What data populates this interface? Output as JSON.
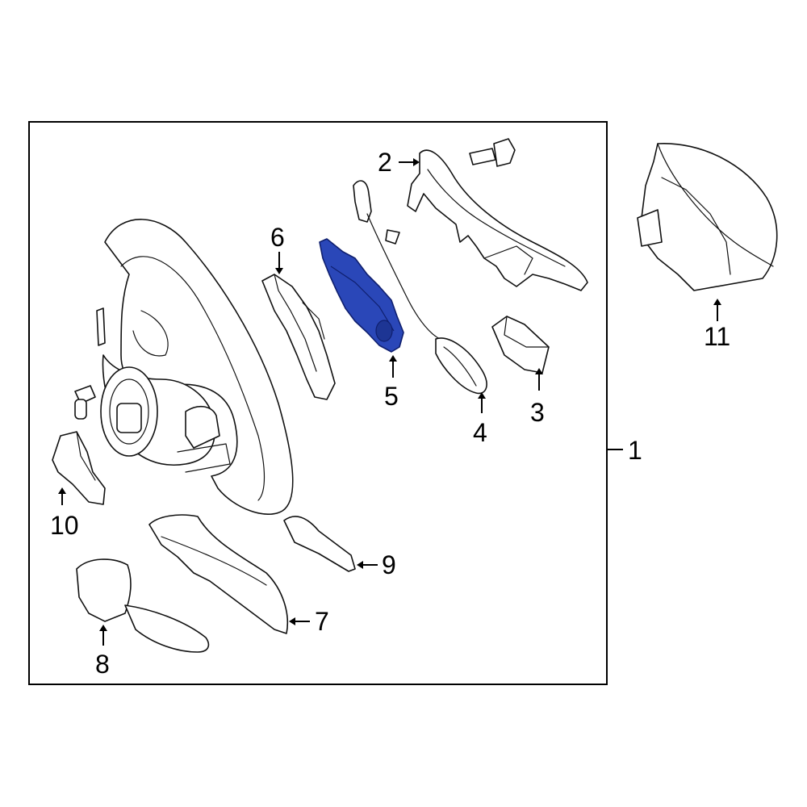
{
  "callouts": {
    "c1": "1",
    "c2": "2",
    "c3": "3",
    "c4": "4",
    "c5": "5",
    "c6": "6",
    "c7": "7",
    "c8": "8",
    "c9": "9",
    "c10": "10",
    "c11": "11"
  },
  "colors": {
    "highlight": "#2a47b8",
    "highlight_dark": "#0f1f6e",
    "line": "#111111",
    "background": "#ffffff"
  },
  "highlighted_part": "5"
}
